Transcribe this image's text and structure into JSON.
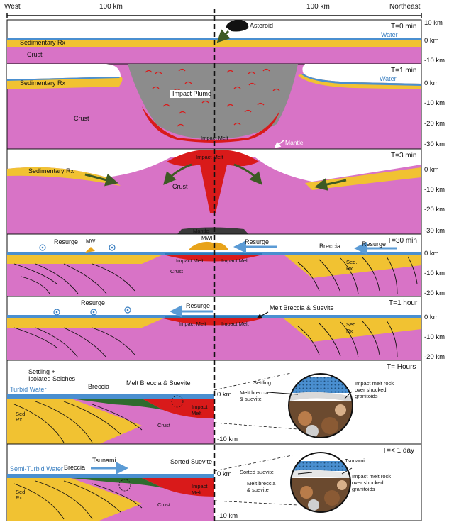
{
  "header": {
    "west": "West",
    "northeast": "Northeast",
    "scale_left": "100 km",
    "scale_right": "100 km"
  },
  "colors": {
    "crust": "#d873c6",
    "sediment": "#f1c232",
    "water": "#4a8fd0",
    "melt": "#d91a1a",
    "plume": "#8c8c8c",
    "mantle": "#3a3a3a",
    "arrow_dark": "#3d5a24",
    "arrow_blue": "#5b9bd5"
  },
  "panels": [
    {
      "time": "T=0 min",
      "labels": {
        "asteroid": "Asteroid",
        "water": "Water",
        "sedimentary": "Sedimentary Rx",
        "crust": "Crust"
      },
      "depth_ticks": [
        "10 km",
        "0 km",
        "-10 km"
      ]
    },
    {
      "time": "T=1 min",
      "labels": {
        "sedimentary": "Sedimentary Rx",
        "water": "Water",
        "plume": "Impact Plume",
        "crust": "Crust",
        "melt": "Impact Melt",
        "mantle": "Mantle"
      },
      "depth_ticks": [
        "0 km",
        "-10 km",
        "-20 km",
        "-30 km"
      ]
    },
    {
      "time": "T=3 min",
      "labels": {
        "sedimentary": "Sedimentary Rx",
        "melt": "Impact Melt",
        "crust": "Crust",
        "mantle": "Mantle"
      },
      "depth_ticks": [
        "0 km",
        "-10 km",
        "-20 km",
        "-30 km"
      ]
    },
    {
      "time": "T=30 min",
      "labels": {
        "resurge_left": "Resurge",
        "mwi_left": "MWI",
        "mwi_center": "MWI",
        "resurge_center": "Resurge",
        "breccia": "Breccia",
        "resurge_right": "Resurge",
        "sed": "Sed.",
        "rx": "Rx",
        "melt_left": "Impact Melt",
        "melt_right": "Impact Melt",
        "crust": "Crust"
      },
      "depth_ticks": [
        "0 km",
        "-10 km",
        "-20 km"
      ]
    },
    {
      "time": "T=1 hour",
      "labels": {
        "resurge": "Resurge",
        "resurge_arrow": "Resurge",
        "melt_breccia": "Melt Breccia & Suevite",
        "melt_left": "Impact Melt",
        "melt_right": "Impact Melt",
        "sed": "Sed.",
        "rx": "Rx"
      },
      "depth_ticks": [
        "0 km",
        "-10 km",
        "-20 km"
      ]
    },
    {
      "time": "T= Hours",
      "labels": {
        "settling": "Settling +",
        "seiches": "Isolated Seiches",
        "breccia": "Breccia",
        "turbid": "Turbid Water",
        "melt_breccia": "Melt Breccia & Suevite",
        "sed": "Sed",
        "rx": "Rx",
        "impact": "Impact",
        "melt": "Melt",
        "crust": "Crust",
        "inset_settling": "Settling",
        "inset_melt_breccia": "Melt breccia",
        "inset_suevite": "& suevite",
        "inset_r1": "Impact melt rock",
        "inset_r2": "over shocked",
        "inset_r3": "granitoids"
      },
      "depth_ticks": [
        "0 km",
        "-10 km"
      ]
    },
    {
      "time": "T=< 1 day",
      "labels": {
        "semi_turbid": "Semi-Turbid Water",
        "tsunami": "Tsunami",
        "breccia": "Breccia",
        "sorted": "Sorted Suevite",
        "sed": "Sed",
        "rx": "Rx",
        "impact": "Impact",
        "melt": "Melt",
        "crust": "Crust",
        "inset_tsunami": "Tsunami",
        "inset_sorted": "Sorted suevite",
        "inset_melt_breccia": "Melt breccia",
        "inset_suevite": "& suevite",
        "inset_r1": "Impact melt rock",
        "inset_r2": "over shocked",
        "inset_r3": "granitoids"
      },
      "depth_ticks": [
        "0 km",
        "-10 km"
      ]
    }
  ]
}
